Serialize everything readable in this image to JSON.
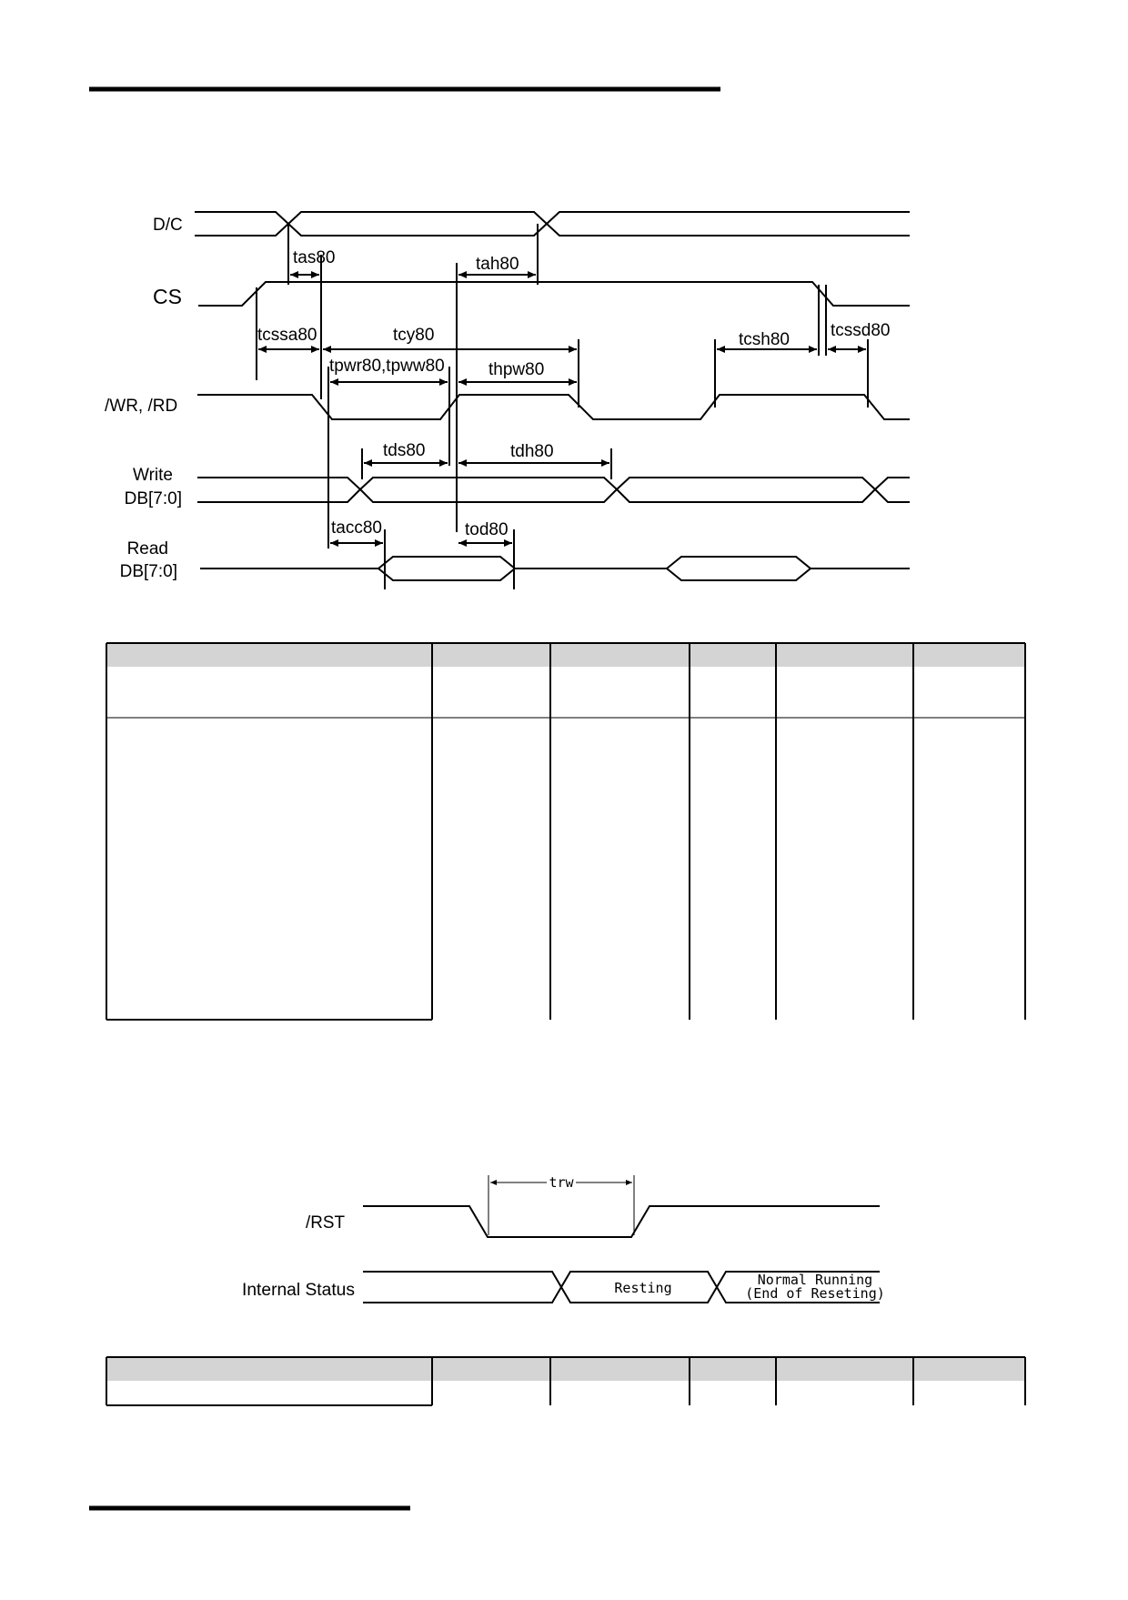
{
  "timing_diagram_80": {
    "signals": [
      "D/C",
      "CS",
      "/WR, /RD",
      "Write",
      "DB[7:0]",
      "Read",
      "DB[7:0]"
    ],
    "parameters": [
      "tas80",
      "tah80",
      "tcssa80",
      "tcy80",
      "tcsh80",
      "tcssd80",
      "tpwr80,tpww80",
      "thpw80",
      "tds80",
      "tdh80",
      "tacc80",
      "tod80"
    ]
  },
  "reset_diagram": {
    "signal_rst": "/RST",
    "signal_status": "Internal Status",
    "trw": "trw",
    "state_resting": "Resting",
    "state_normal_1": "Normal Running",
    "state_normal_2": "(End of Reseting)"
  }
}
